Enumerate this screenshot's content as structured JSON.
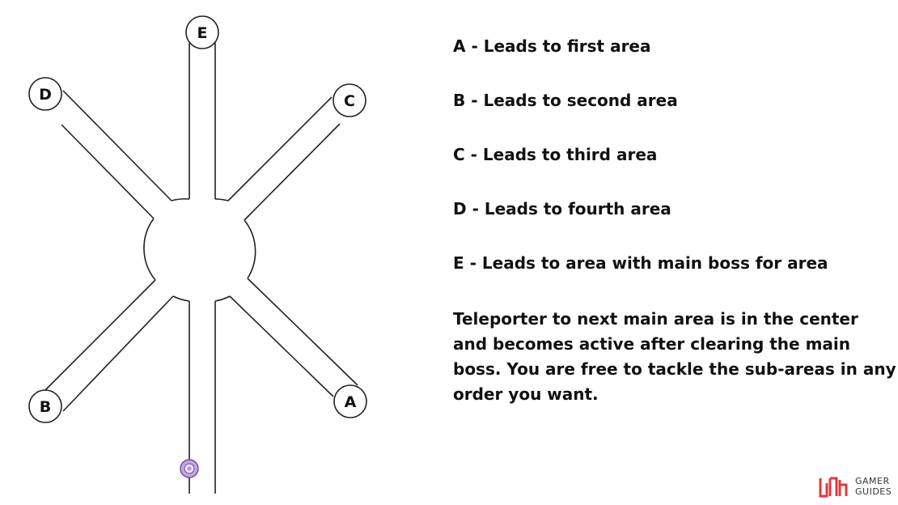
{
  "nodes": [
    {
      "id": "E",
      "label": "E"
    },
    {
      "id": "D",
      "label": "D"
    },
    {
      "id": "C",
      "label": "C"
    },
    {
      "id": "B",
      "label": "B"
    },
    {
      "id": "A",
      "label": "A"
    }
  ],
  "legend": {
    "items": [
      "A - Leads to first area",
      "B - Leads to second area",
      "C - Leads to third area",
      "D - Leads to fourth area",
      "E - Leads to area with main boss for area"
    ],
    "note": "Teleporter to next main area is in the center and becomes active after clearing the main boss. You are free to tackle the sub-areas in any order you want."
  },
  "teleporter": {
    "icon": "teleporter-icon",
    "color": "#b38fd6"
  },
  "brand": {
    "line1": "GAMER",
    "line2": "GUIDES",
    "color": "#e0393e"
  }
}
